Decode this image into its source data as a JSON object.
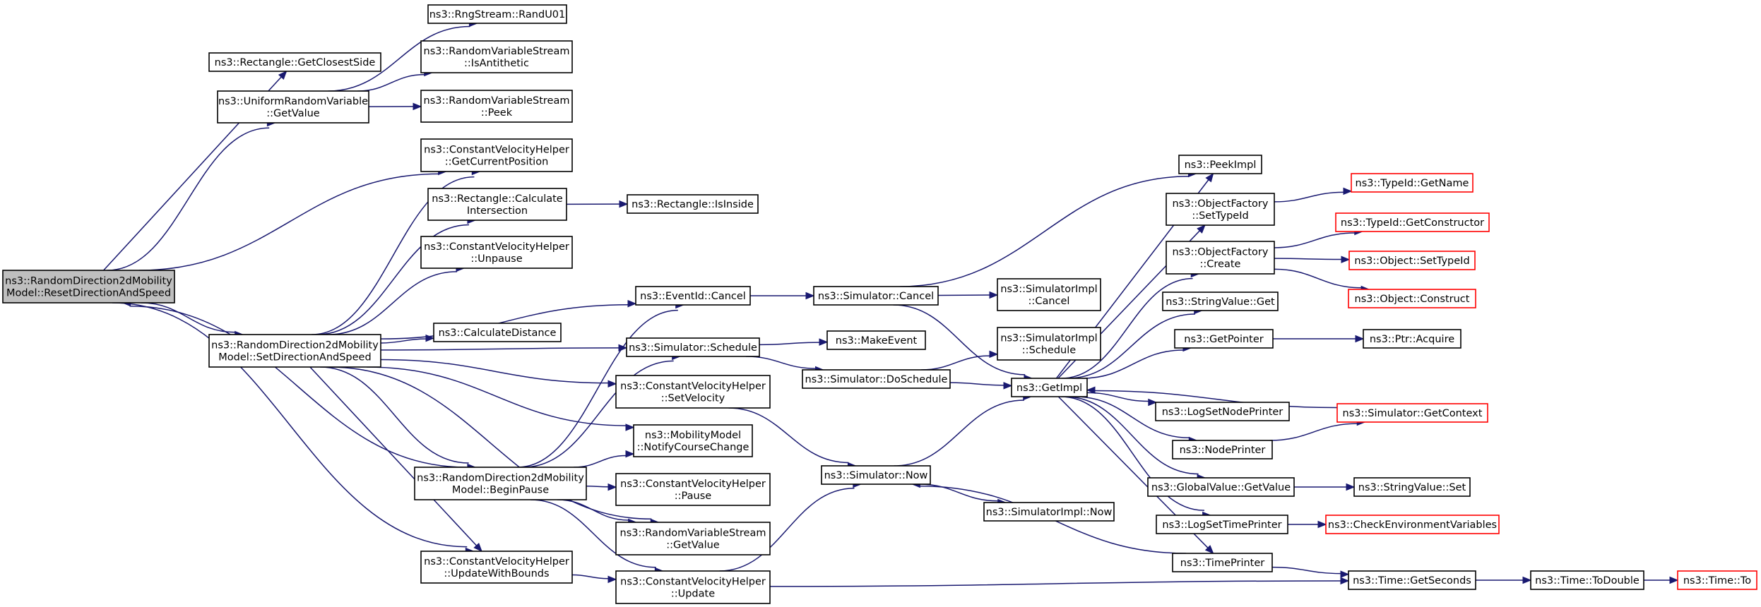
{
  "graph": {
    "nodes": [
      {
        "id": "root",
        "lines": [
          "ns3::RandomDirection2dMobility",
          "Model::ResetDirectionAndSpeed"
        ],
        "kind": "root"
      },
      {
        "id": "closestside",
        "lines": [
          "ns3::Rectangle::GetClosestSide"
        ],
        "kind": "normal"
      },
      {
        "id": "uniformgetvalue",
        "lines": [
          "ns3::UniformRandomVariable",
          "::GetValue"
        ],
        "kind": "normal"
      },
      {
        "id": "randu01",
        "lines": [
          "ns3::RngStream::RandU01"
        ],
        "kind": "normal"
      },
      {
        "id": "isantithetic",
        "lines": [
          "ns3::RandomVariableStream",
          "::IsAntithetic"
        ],
        "kind": "normal"
      },
      {
        "id": "peek",
        "lines": [
          "ns3::RandomVariableStream",
          "::Peek"
        ],
        "kind": "normal"
      },
      {
        "id": "getcurrentposition",
        "lines": [
          "ns3::ConstantVelocityHelper",
          "::GetCurrentPosition"
        ],
        "kind": "normal"
      },
      {
        "id": "calcintersection",
        "lines": [
          "ns3::Rectangle::Calculate",
          "Intersection"
        ],
        "kind": "normal"
      },
      {
        "id": "isinside",
        "lines": [
          "ns3::Rectangle::IsInside"
        ],
        "kind": "normal"
      },
      {
        "id": "unpause",
        "lines": [
          "ns3::ConstantVelocityHelper",
          "::Unpause"
        ],
        "kind": "normal"
      },
      {
        "id": "setdirection",
        "lines": [
          "ns3::RandomDirection2dMobility",
          "Model::SetDirectionAndSpeed"
        ],
        "kind": "normal"
      },
      {
        "id": "calcdistance",
        "lines": [
          "ns3::CalculateDistance"
        ],
        "kind": "normal"
      },
      {
        "id": "eventcancel",
        "lines": [
          "ns3::EventId::Cancel"
        ],
        "kind": "normal"
      },
      {
        "id": "simschedule",
        "lines": [
          "ns3::Simulator::Schedule"
        ],
        "kind": "normal"
      },
      {
        "id": "setvelocity",
        "lines": [
          "ns3::ConstantVelocityHelper",
          "::SetVelocity"
        ],
        "kind": "normal"
      },
      {
        "id": "notifycourse",
        "lines": [
          "ns3::MobilityModel",
          "::NotifyCourseChange"
        ],
        "kind": "normal"
      },
      {
        "id": "beginpause",
        "lines": [
          "ns3::RandomDirection2dMobility",
          "Model::BeginPause"
        ],
        "kind": "normal"
      },
      {
        "id": "pause",
        "lines": [
          "ns3::ConstantVelocityHelper",
          "::Pause"
        ],
        "kind": "normal"
      },
      {
        "id": "rvsgetvalue",
        "lines": [
          "ns3::RandomVariableStream",
          "::GetValue"
        ],
        "kind": "normal"
      },
      {
        "id": "updatewithbounds",
        "lines": [
          "ns3::ConstantVelocityHelper",
          "::UpdateWithBounds"
        ],
        "kind": "normal"
      },
      {
        "id": "cvhupdate",
        "lines": [
          "ns3::ConstantVelocityHelper",
          "::Update"
        ],
        "kind": "normal"
      },
      {
        "id": "simcancel",
        "lines": [
          "ns3::Simulator::Cancel"
        ],
        "kind": "normal"
      },
      {
        "id": "makeevent",
        "lines": [
          "ns3::MakeEvent"
        ],
        "kind": "normal"
      },
      {
        "id": "doschedule",
        "lines": [
          "ns3::Simulator::DoSchedule"
        ],
        "kind": "normal"
      },
      {
        "id": "simnow",
        "lines": [
          "ns3::Simulator::Now"
        ],
        "kind": "normal"
      },
      {
        "id": "simimplcancel",
        "lines": [
          "ns3::SimulatorImpl",
          "::Cancel"
        ],
        "kind": "normal"
      },
      {
        "id": "simimplschedule",
        "lines": [
          "ns3::SimulatorImpl",
          "::Schedule"
        ],
        "kind": "normal"
      },
      {
        "id": "simimplnow",
        "lines": [
          "ns3::SimulatorImpl::Now"
        ],
        "kind": "normal"
      },
      {
        "id": "getimpl",
        "lines": [
          "ns3::GetImpl"
        ],
        "kind": "normal"
      },
      {
        "id": "peekimpl",
        "lines": [
          "ns3::PeekImpl"
        ],
        "kind": "normal"
      },
      {
        "id": "ofsettypeid",
        "lines": [
          "ns3::ObjectFactory",
          "::SetTypeId"
        ],
        "kind": "normal"
      },
      {
        "id": "ofcreate",
        "lines": [
          "ns3::ObjectFactory",
          "::Create"
        ],
        "kind": "normal"
      },
      {
        "id": "stringvalueget",
        "lines": [
          "ns3::StringValue::Get"
        ],
        "kind": "normal"
      },
      {
        "id": "getpointer",
        "lines": [
          "ns3::GetPointer"
        ],
        "kind": "normal"
      },
      {
        "id": "logsetnodeprinter",
        "lines": [
          "ns3::LogSetNodePrinter"
        ],
        "kind": "normal"
      },
      {
        "id": "nodeprinter",
        "lines": [
          "ns3::NodePrinter"
        ],
        "kind": "normal"
      },
      {
        "id": "globalvaluegetvalue",
        "lines": [
          "ns3::GlobalValue::GetValue"
        ],
        "kind": "normal"
      },
      {
        "id": "logsettimeprinter",
        "lines": [
          "ns3::LogSetTimePrinter"
        ],
        "kind": "normal"
      },
      {
        "id": "timeprinter",
        "lines": [
          "ns3::TimePrinter"
        ],
        "kind": "normal"
      },
      {
        "id": "typeidgetname",
        "lines": [
          "ns3::TypeId::GetName"
        ],
        "kind": "ext"
      },
      {
        "id": "typeidgetconstructor",
        "lines": [
          "ns3::TypeId::GetConstructor"
        ],
        "kind": "ext"
      },
      {
        "id": "objectsettypeid",
        "lines": [
          "ns3::Object::SetTypeId"
        ],
        "kind": "ext"
      },
      {
        "id": "objectconstruct",
        "lines": [
          "ns3::Object::Construct"
        ],
        "kind": "ext"
      },
      {
        "id": "ptracquire",
        "lines": [
          "ns3::Ptr::Acquire"
        ],
        "kind": "normal"
      },
      {
        "id": "simgetcontext",
        "lines": [
          "ns3::Simulator::GetContext"
        ],
        "kind": "ext"
      },
      {
        "id": "stringvalueset",
        "lines": [
          "ns3::StringValue::Set"
        ],
        "kind": "normal"
      },
      {
        "id": "checkenv",
        "lines": [
          "ns3::CheckEnvironmentVariables"
        ],
        "kind": "ext"
      },
      {
        "id": "timegetseconds",
        "lines": [
          "ns3::Time::GetSeconds"
        ],
        "kind": "normal"
      },
      {
        "id": "timetodouble",
        "lines": [
          "ns3::Time::ToDouble"
        ],
        "kind": "normal"
      },
      {
        "id": "timeto",
        "lines": [
          "ns3::Time::To"
        ],
        "kind": "ext"
      }
    ],
    "edges": [
      [
        "root",
        "closestside"
      ],
      [
        "root",
        "uniformgetvalue"
      ],
      [
        "root",
        "getcurrentposition"
      ],
      [
        "root",
        "setdirection"
      ],
      [
        "root",
        "updatewithbounds"
      ],
      [
        "uniformgetvalue",
        "randu01"
      ],
      [
        "uniformgetvalue",
        "isantithetic"
      ],
      [
        "uniformgetvalue",
        "peek"
      ],
      [
        "calcintersection",
        "isinside"
      ],
      [
        "setdirection",
        "getcurrentposition"
      ],
      [
        "setdirection",
        "calcintersection"
      ],
      [
        "setdirection",
        "unpause"
      ],
      [
        "setdirection",
        "calcdistance"
      ],
      [
        "setdirection",
        "eventcancel"
      ],
      [
        "setdirection",
        "simschedule"
      ],
      [
        "setdirection",
        "setvelocity"
      ],
      [
        "setdirection",
        "notifycourse"
      ],
      [
        "setdirection",
        "beginpause"
      ],
      [
        "setdirection",
        "rvsgetvalue"
      ],
      [
        "setdirection",
        "updatewithbounds"
      ],
      [
        "beginpause",
        "root"
      ],
      [
        "beginpause",
        "eventcancel"
      ],
      [
        "beginpause",
        "simschedule"
      ],
      [
        "beginpause",
        "notifycourse"
      ],
      [
        "beginpause",
        "pause"
      ],
      [
        "beginpause",
        "rvsgetvalue"
      ],
      [
        "beginpause",
        "cvhupdate"
      ],
      [
        "updatewithbounds",
        "cvhupdate"
      ],
      [
        "eventcancel",
        "simcancel"
      ],
      [
        "simschedule",
        "makeevent"
      ],
      [
        "simschedule",
        "doschedule"
      ],
      [
        "setvelocity",
        "simnow"
      ],
      [
        "cvhupdate",
        "simnow"
      ],
      [
        "cvhupdate",
        "timegetseconds"
      ],
      [
        "simcancel",
        "simimplcancel"
      ],
      [
        "simcancel",
        "peekimpl"
      ],
      [
        "simcancel",
        "getimpl"
      ],
      [
        "doschedule",
        "simimplschedule"
      ],
      [
        "doschedule",
        "getimpl"
      ],
      [
        "simnow",
        "simimplnow"
      ],
      [
        "simnow",
        "getimpl"
      ],
      [
        "getimpl",
        "peekimpl"
      ],
      [
        "getimpl",
        "ofsettypeid"
      ],
      [
        "getimpl",
        "ofcreate"
      ],
      [
        "getimpl",
        "stringvalueget"
      ],
      [
        "getimpl",
        "getpointer"
      ],
      [
        "getimpl",
        "logsetnodeprinter"
      ],
      [
        "getimpl",
        "nodeprinter"
      ],
      [
        "getimpl",
        "globalvaluegetvalue"
      ],
      [
        "getimpl",
        "logsettimeprinter"
      ],
      [
        "getimpl",
        "timeprinter"
      ],
      [
        "ofsettypeid",
        "typeidgetname"
      ],
      [
        "ofcreate",
        "typeidgetconstructor"
      ],
      [
        "ofcreate",
        "objectsettypeid"
      ],
      [
        "ofcreate",
        "objectconstruct"
      ],
      [
        "getpointer",
        "ptracquire"
      ],
      [
        "simgetcontext",
        "getimpl"
      ],
      [
        "nodeprinter",
        "simgetcontext"
      ],
      [
        "globalvaluegetvalue",
        "stringvalueset"
      ],
      [
        "logsettimeprinter",
        "checkenv"
      ],
      [
        "timeprinter",
        "simnow"
      ],
      [
        "timeprinter",
        "timegetseconds"
      ],
      [
        "timegetseconds",
        "timetodouble"
      ],
      [
        "timetodouble",
        "timeto"
      ]
    ]
  }
}
